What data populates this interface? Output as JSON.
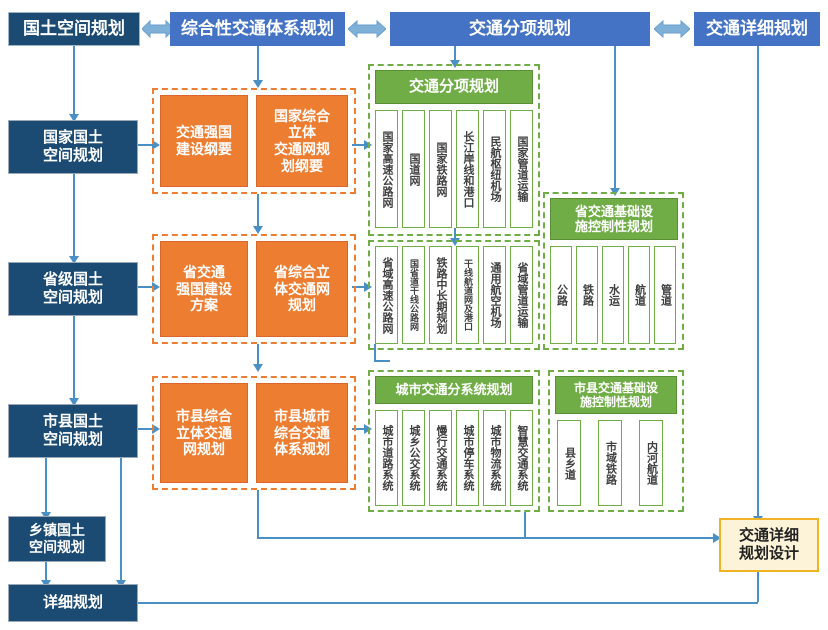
{
  "header": {
    "boxes": [
      {
        "label": "国土空间规划"
      },
      {
        "label": "综合性交通体系规划"
      },
      {
        "label": "交通分项规划"
      },
      {
        "label": "交通详细规划"
      }
    ],
    "connector_icon": "double-arrow-icon"
  },
  "left_column": [
    {
      "line1": "国家国土",
      "line2": "空间规划"
    },
    {
      "line1": "省级国土",
      "line2": "空间规划"
    },
    {
      "line1": "市县国土",
      "line2": "空间规划"
    },
    {
      "line1": "乡镇国土",
      "line2": "空间规划"
    },
    {
      "line1": "详细规划",
      "line2": ""
    }
  ],
  "orange_groups": [
    {
      "name": "national",
      "boxes": [
        {
          "lines": [
            "交通强国",
            "建设纲要"
          ]
        },
        {
          "lines": [
            "国家综合",
            "立体",
            "交通网规",
            "划纲要"
          ]
        }
      ]
    },
    {
      "name": "provincial",
      "boxes": [
        {
          "lines": [
            "省交通",
            "强国建设",
            "方案"
          ]
        },
        {
          "lines": [
            "省综合立",
            "体交通网",
            "规划"
          ]
        }
      ]
    },
    {
      "name": "municipal",
      "boxes": [
        {
          "lines": [
            "市县综合",
            "立体交通",
            "网规划"
          ]
        },
        {
          "lines": [
            "市县城市",
            "综合交通",
            "体系规划"
          ]
        }
      ]
    }
  ],
  "green_groups": [
    {
      "name": "national-sector-plan",
      "title": "交通分项规划",
      "items": [
        "国家高速公路网",
        "国道网",
        "国家铁路网",
        "长江岸线和港口",
        "民航枢纽机场",
        "国家管道运输"
      ]
    },
    {
      "name": "provincial-sector-plan",
      "title": "",
      "items": [
        "省域高速公路网",
        "国省道干线公路网",
        "铁路中长期规划",
        "干线航道网及港口",
        "通用航空机场",
        "省域管道运输"
      ]
    },
    {
      "name": "provincial-infrastructure-control-plan",
      "title": "省交通基础设施控制性规划",
      "title_line1": "省交通基础设",
      "title_line2": "施控制性规划",
      "items": [
        "公路",
        "铁路",
        "水运",
        "航道",
        "管道"
      ]
    },
    {
      "name": "urban-transport-subsystem-plan",
      "title": "城市交通分系统规划",
      "items": [
        "城市道路系统",
        "城乡公交系统",
        "慢行交通系统",
        "城市停车系统",
        "城市物流系统",
        "智慧交通系统"
      ]
    },
    {
      "name": "municipal-infrastructure-control-plan",
      "title": "市县交通基础设施控制性规划",
      "title_line1": "市县交通基础设",
      "title_line2": "施控制性规划",
      "items": [
        "县乡道",
        "市域铁路",
        "内河航道"
      ]
    }
  ],
  "detail_design": {
    "line1": "交通详细",
    "line2": "规划设计"
  },
  "colors": {
    "navy": "#1b4a72",
    "blue": "#4472c4",
    "orange": "#ed7d31",
    "green": "#70ad47",
    "yellow_border": "#f0b323",
    "yellow_fill": "#fdf3d9",
    "connector": "#4a90c4"
  }
}
